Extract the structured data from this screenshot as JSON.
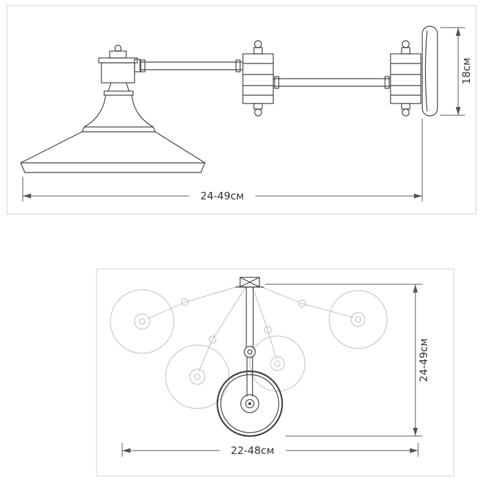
{
  "side_view": {
    "width_label": "24-49см",
    "height_label": "18см"
  },
  "top_view": {
    "height_label": "24-49см",
    "width_label": "22-48см"
  },
  "colors": {
    "line": "#3f3f3f",
    "ghost": "#c7c7c7",
    "panel_border": "#cfcfcf",
    "dimension": "#555555"
  }
}
